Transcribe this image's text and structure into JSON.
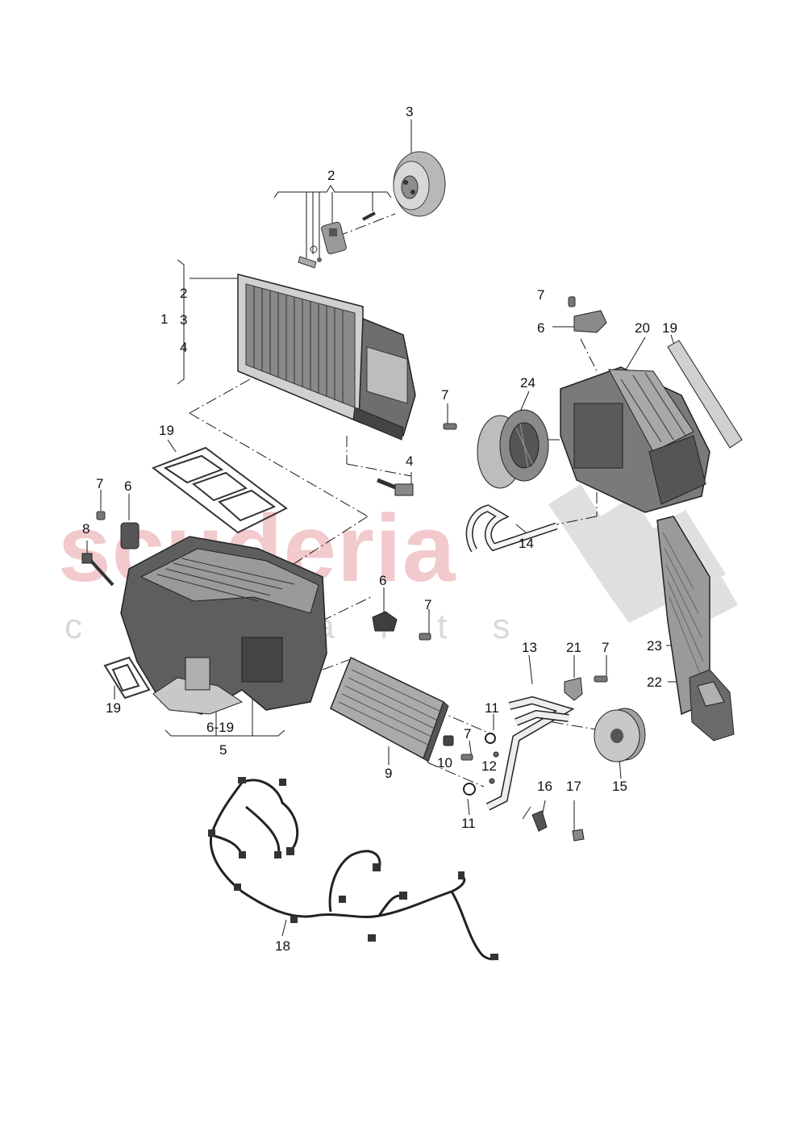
{
  "watermark": {
    "brand": "scuderia",
    "sub": "c a r   p a r t s",
    "brand_color": "#f2c9cc",
    "sub_color": "#d9d9d9"
  },
  "colors": {
    "ink": "#1a1a1a",
    "part_dark": "#3a3a3a",
    "part_mid": "#8c8c8c",
    "part_light": "#cfcfcf"
  },
  "callouts": [
    {
      "id": "c3",
      "text": "3"
    },
    {
      "id": "c2a",
      "text": "2"
    },
    {
      "id": "c1",
      "text": "1"
    },
    {
      "id": "c2b",
      "text": "2"
    },
    {
      "id": "c3b",
      "text": "3"
    },
    {
      "id": "c4b",
      "text": "4"
    },
    {
      "id": "c7a",
      "text": "7"
    },
    {
      "id": "c6a",
      "text": "6"
    },
    {
      "id": "c20",
      "text": "20"
    },
    {
      "id": "c19a",
      "text": "19"
    },
    {
      "id": "c7b",
      "text": "7"
    },
    {
      "id": "c24",
      "text": "24"
    },
    {
      "id": "c19b",
      "text": "19"
    },
    {
      "id": "c4c",
      "text": "4"
    },
    {
      "id": "c7c",
      "text": "7"
    },
    {
      "id": "c6b",
      "text": "6"
    },
    {
      "id": "c8",
      "text": "8"
    },
    {
      "id": "c14",
      "text": "14"
    },
    {
      "id": "c6c",
      "text": "6"
    },
    {
      "id": "c7d",
      "text": "7"
    },
    {
      "id": "c23",
      "text": "23"
    },
    {
      "id": "c13",
      "text": "13"
    },
    {
      "id": "c21",
      "text": "21"
    },
    {
      "id": "c7e",
      "text": "7"
    },
    {
      "id": "c22",
      "text": "22"
    },
    {
      "id": "c19c",
      "text": "19"
    },
    {
      "id": "c11a",
      "text": "11"
    },
    {
      "id": "c6-19",
      "text": "6-19"
    },
    {
      "id": "c7f",
      "text": "7"
    },
    {
      "id": "c5",
      "text": "5"
    },
    {
      "id": "c10",
      "text": "10"
    },
    {
      "id": "c12",
      "text": "12"
    },
    {
      "id": "c9",
      "text": "9"
    },
    {
      "id": "c15",
      "text": "15"
    },
    {
      "id": "c16",
      "text": "16"
    },
    {
      "id": "c17",
      "text": "17"
    },
    {
      "id": "c11b",
      "text": "11"
    },
    {
      "id": "c18",
      "text": "18"
    }
  ]
}
